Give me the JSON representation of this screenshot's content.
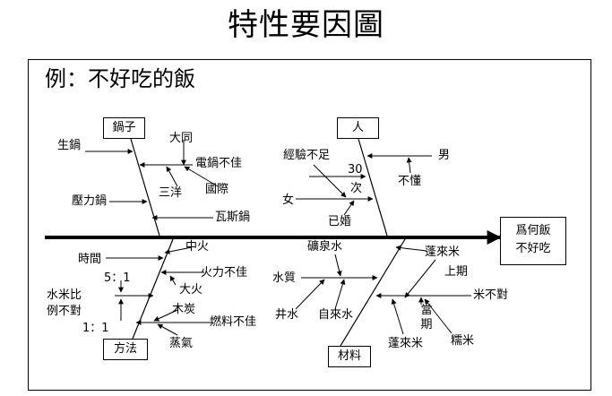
{
  "title": "特性要因圖",
  "subtitle": "例：不好吃的飯",
  "effect": {
    "line1": "爲何飯",
    "line2": "不好吃"
  },
  "categories": {
    "pot": "鍋子",
    "person": "人",
    "method": "方法",
    "material": "材料"
  },
  "pot": {
    "raw_pot": "生鍋",
    "datong": "大同",
    "rice_cooker_bad": "電鍋不佳",
    "sanyo": "三洋",
    "kokusai": "國際",
    "pressure_cooker": "壓力鍋",
    "gas_cooker": "瓦斯鍋"
  },
  "person": {
    "lack_experience": "經驗不足",
    "count_30": "30",
    "times": "次",
    "female": "女",
    "married": "已婚",
    "male": "男",
    "no_understand": "不懂"
  },
  "method": {
    "time": "時間",
    "ratio_5_1": "5：1",
    "water_rice_ratio_1": "水米比",
    "water_rice_ratio_2": "例不對",
    "ratio_1_1": "1：1",
    "medium_fire": "中火",
    "fire_bad": "火力不佳",
    "big_fire": "大火",
    "charcoal": "木炭",
    "fuel_bad": "燃料不佳",
    "steam": "蒸氣"
  },
  "material": {
    "mineral_water": "礦泉水",
    "water_quality": "水質",
    "well_water": "井水",
    "tap_water": "自來水",
    "penglai_rice_top": "蓬來米",
    "previous_season": "上期",
    "rice_wrong": "米不對",
    "current_season": "當期",
    "penglai_rice_bottom": "蓬來米",
    "glutinous_rice": "糯米"
  }
}
